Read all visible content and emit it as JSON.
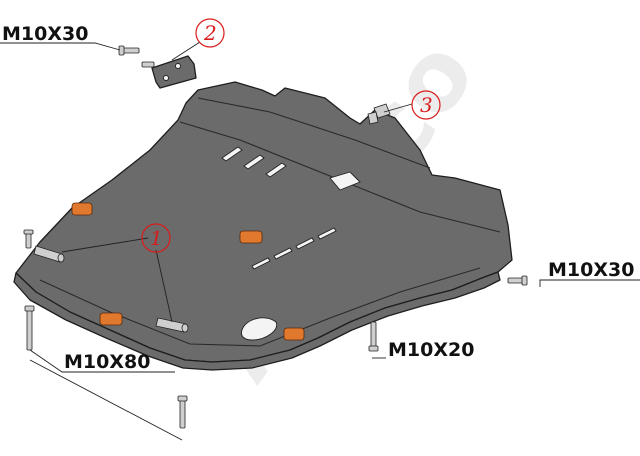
{
  "watermark": "ALFeco",
  "callouts": {
    "m10x30_top": "M10X30",
    "m10x30_right": "M10X30",
    "m10x80": "M10X80",
    "m10x20": "M10X20"
  },
  "part_numbers": {
    "one": "1",
    "two": "2",
    "three": "3"
  },
  "colors": {
    "plate": "#6b6b6b",
    "marker": "#d81c1c",
    "nut": "#e0782e"
  }
}
